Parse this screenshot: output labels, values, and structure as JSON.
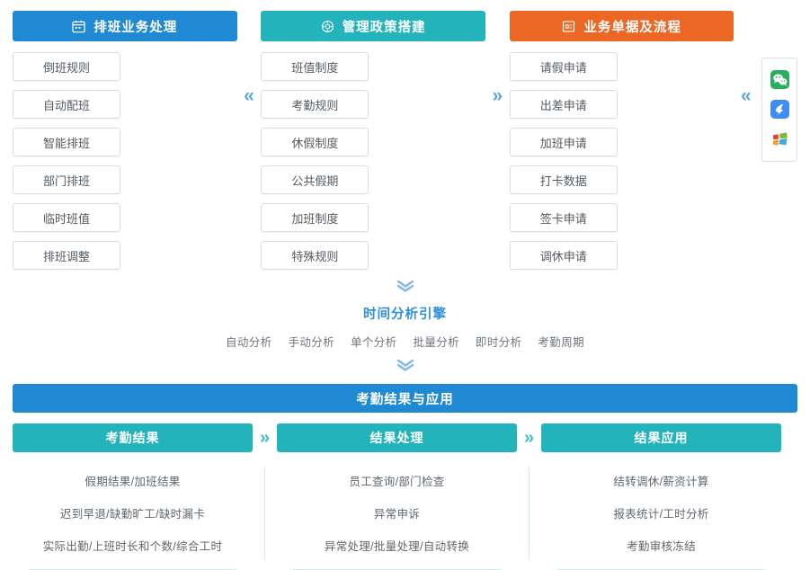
{
  "top_panels": [
    {
      "id": "scheduling",
      "icon": "calendar-icon",
      "title": "排班业务处理",
      "color": "#2089d4",
      "tiles": [
        "倒班规则",
        "自动配班",
        "智能排班",
        "部门排班",
        "临时班值",
        "排班调整"
      ]
    },
    {
      "id": "policy",
      "icon": "settings-gear-icon",
      "title": "管理政策搭建",
      "color": "#23b3bb",
      "tiles": [
        "班值制度",
        "考勤规则",
        "休假制度",
        "公共假期",
        "加班制度",
        "特殊规则"
      ]
    },
    {
      "id": "documents",
      "icon": "document-flow-icon",
      "title": "业务单据及流程",
      "color": "#ec6724",
      "tiles": [
        "请假申请",
        "出差申请",
        "加班申请",
        "打卡数据",
        "签卡申请",
        "调休申请"
      ]
    }
  ],
  "separators": {
    "panel_1_to_2": "«",
    "panel_2_to_3": "»",
    "panel_3_to_apps": "«",
    "bottom_col_1_to_2": "»",
    "bottom_col_2_to_3": "»",
    "engine_down": "❯"
  },
  "app_strip": {
    "icons": [
      {
        "name": "wechat-icon",
        "color": "#28ae5f"
      },
      {
        "name": "dingtalk-icon",
        "color": "#3f8cf5"
      },
      {
        "name": "windows-icon",
        "color": "#f0a01e"
      }
    ]
  },
  "engine": {
    "title": "时间分析引擎",
    "tags": [
      "自动分析",
      "手动分析",
      "单个分析",
      "批量分析",
      "即时分析",
      "考勤周期"
    ]
  },
  "results": {
    "banner": "考勤结果与应用",
    "columns": [
      {
        "id": "attendance-result",
        "title": "考勤结果",
        "lines": [
          "假期结果/加班结果",
          "迟到早退/缺勤旷工/缺时漏卡",
          "实际出勤/上班时长和个数/综合工时"
        ]
      },
      {
        "id": "result-processing",
        "title": "结果处理",
        "lines": [
          "员工查询/部门检查",
          "异常申诉",
          "异常处理/批量处理/自动转换"
        ]
      },
      {
        "id": "result-application",
        "title": "结果应用",
        "lines": [
          "结转调休/薪资计算",
          "报表统计/工时分析",
          "考勤审核冻结"
        ]
      }
    ]
  }
}
